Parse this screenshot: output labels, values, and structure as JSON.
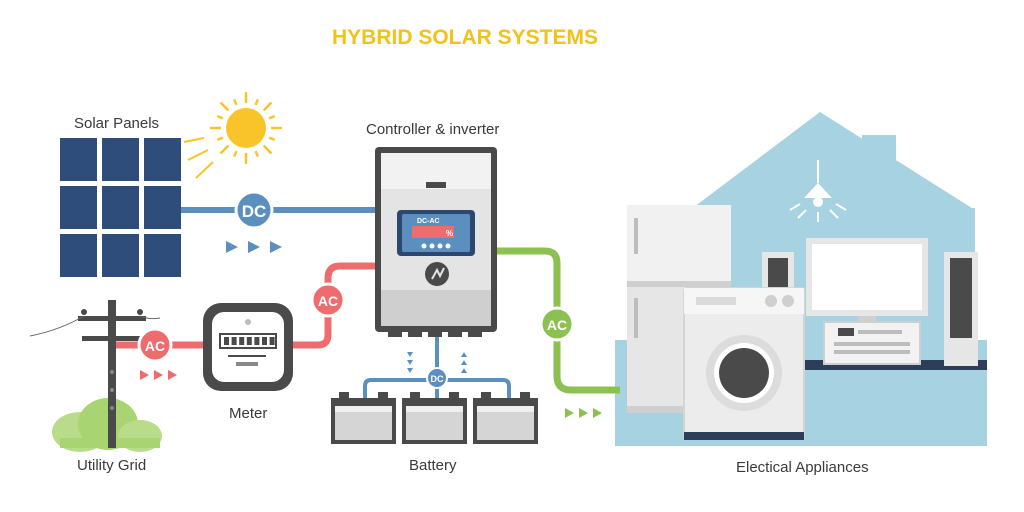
{
  "title": "HYBRID SOLAR SYSTEMS",
  "labels": {
    "solar_panels": "Solar Panels",
    "controller": "Controller & inverter",
    "meter": "Meter",
    "utility_grid": "Utility Grid",
    "battery": "Battery",
    "appliances": "Electical Appliances"
  },
  "badges": {
    "dc_main": "DC",
    "dc_battery": "DC",
    "ac_grid": "AC",
    "ac_inverter_in": "AC",
    "ac_inverter_out": "AC"
  },
  "inverter_screen": {
    "mode": "DC-AC",
    "unit": "%"
  },
  "colors": {
    "title": "#f2c21b",
    "dc_line": "#5a8fc0",
    "ac_grid_line": "#ee6b6e",
    "ac_out_line": "#8cc152",
    "panel": "#2f4d7a",
    "house": "#a7d2e2",
    "sun": "#f8c42a"
  }
}
